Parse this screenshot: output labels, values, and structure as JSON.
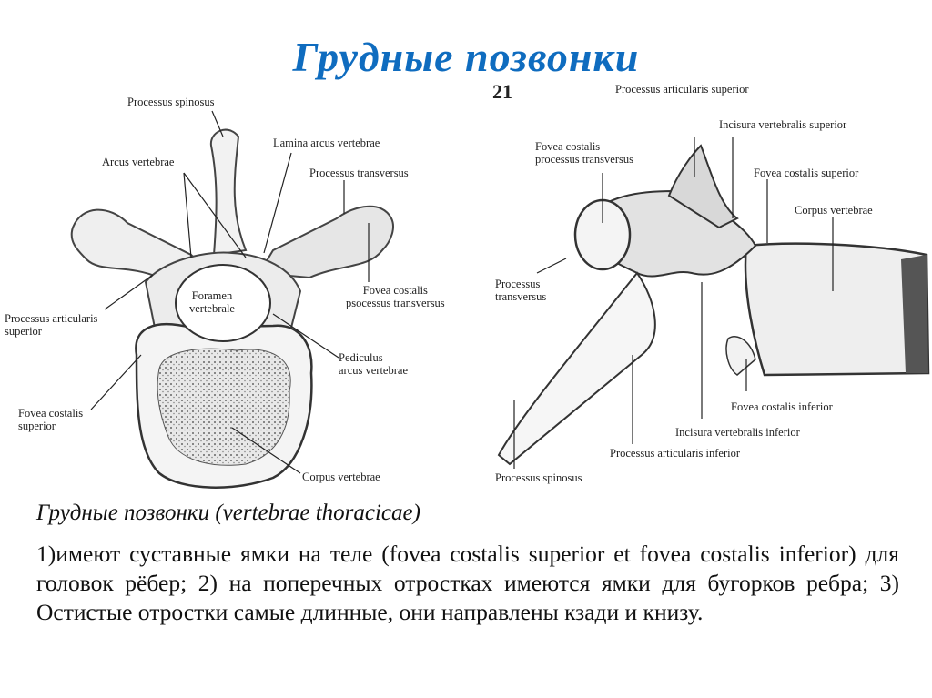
{
  "slide": {
    "title": "Грудные позвонки",
    "figure_number": "21",
    "subtitle": "Грудные позвонки (vertebrae thoracicae)",
    "body": " 1)имеют суставные ямки на теле (fovea costalis superior et fovea costalis inferior) для головок рёбер; 2) на поперечных отростках имеются ямки для бугорков ребра; 3) Остистые отростки самые длинные, они направлены кзади и книзу."
  },
  "figure_top_view": {
    "labels": {
      "processus_spinosus": "Processus spinosus",
      "lamina_arcus": "Lamina arcus vertebrae",
      "arcus_vertebrae": "Arcus vertebrae",
      "processus_transversus": "Processus transversus",
      "foramen_1": "Foramen",
      "foramen_2": "vertebrale",
      "fovea_transv_1": "Fovea costalis",
      "fovea_transv_2": "psocessus transversus",
      "proc_artic_sup_1": "Processus articularis",
      "proc_artic_sup_2": "superior",
      "pediculus_1": "Pediculus",
      "pediculus_2": "arcus vertebrae",
      "fovea_sup_1": "Fovea costalis",
      "fovea_sup_2": "superior",
      "corpus": "Corpus vertebrae"
    }
  },
  "figure_side_view": {
    "labels": {
      "proc_artic_sup": "Processus articularis superior",
      "incisura_sup": "Incisura vertebralis superior",
      "fovea_transv_1": "Fovea costalis",
      "fovea_transv_2": "processus transversus",
      "fovea_sup": "Fovea  costalis superior",
      "corpus": "Corpus vertebrae",
      "proc_transv_1": "Processus",
      "proc_transv_2": "transversus",
      "fovea_inf": "Fovea costalis inferior",
      "incisura_inf": "Incisura vertebralis inferior",
      "proc_artic_inf": "Processus articularis inferior",
      "proc_spinosus": "Processus spinosus"
    }
  }
}
